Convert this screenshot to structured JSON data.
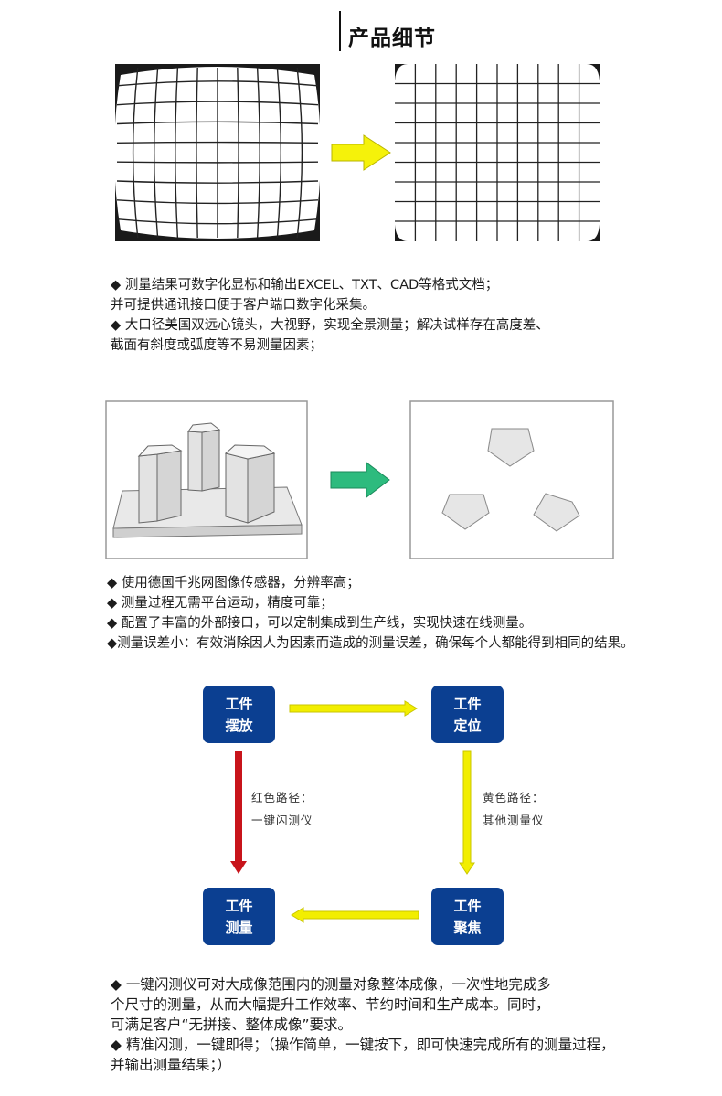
{
  "header": {
    "title": "产品细节"
  },
  "section1": {
    "lines": [
      "◆ 测量结果可数字化显标和输出EXCEL、TXT、CAD等格式文档；",
      "并可提供通讯接口便于客户端口数字化采集。",
      "◆ 大口径美国双远心镜头，大视野，实现全景测量；解决试样存在高度差、",
      "截面有斜度或弧度等不易测量因素；"
    ]
  },
  "section2": {
    "lines": [
      "◆ 使用德国千兆网图像传感器，分辨率高；",
      "◆ 测量过程无需平台运动，精度可靠；",
      "◆ 配置了丰富的外部接口，可以定制集成到生产线，实现快速在线测量。",
      "◆测量误差小：有效消除因人为因素而造成的测量误差，确保每个人都能得到相同的结果。"
    ]
  },
  "flow": {
    "boxes": {
      "place": [
        "工件",
        "摆放"
      ],
      "locate": [
        "工件",
        "定位"
      ],
      "measure": [
        "工件",
        "测量"
      ],
      "focus": [
        "工件",
        "聚焦"
      ]
    },
    "red_label": [
      "红色路径：",
      "一键闪测仪"
    ],
    "yellow_label": [
      "黄色路径：",
      "其他测量仪"
    ],
    "colors": {
      "box": "#0b3f91",
      "red_arrow": "#c8141b",
      "yellow_arrow": "#f2ee00"
    }
  },
  "section3": {
    "lines": [
      "◆ 一键闪测仪可对大成像范围内的测量对象整体成像，一次性地完成多",
      "个尺寸的测量，从而大幅提升工作效率、节约时间和生产成本。同时，",
      "可满足客户“无拼接、整体成像”要求。",
      "◆ 精准闪测，一键即得；（操作简单，一键按下，即可快速完成所有的测量过程，",
      "并输出测量结果；）"
    ]
  },
  "colors": {
    "yellow_arrow": "#f5f20a",
    "green_arrow": "#2dbb7e",
    "pentagon_fill": "#e6e6e6"
  }
}
